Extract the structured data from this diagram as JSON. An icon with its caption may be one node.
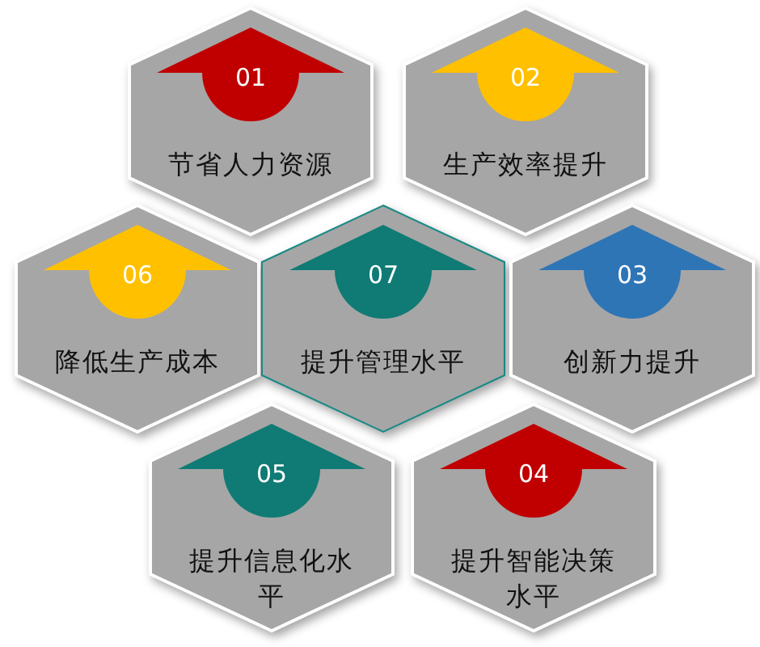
{
  "diagram": {
    "nodes": [
      {
        "text": [
          "01",
          "节省人力资源"
        ]
      },
      {
        "text": [
          "02",
          "生产效率提升"
        ]
      },
      {
        "text": [
          "06",
          "降低生产成本"
        ]
      },
      {
        "text": [
          "07",
          "提升管理水平"
        ]
      },
      {
        "text": [
          "03",
          "创新力提升"
        ]
      },
      {
        "text": [
          "05",
          "提升信息化水平"
        ]
      },
      {
        "text": [
          "04",
          "提升智能决策水平"
        ]
      }
    ]
  }
}
